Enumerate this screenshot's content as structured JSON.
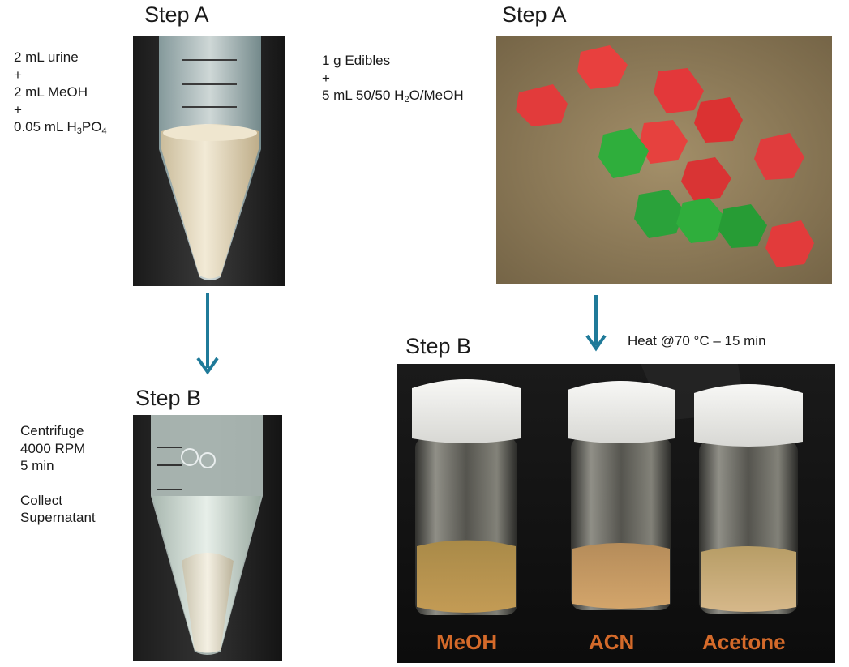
{
  "urine_panel": {
    "step_a_title": "Step A",
    "step_a_lines": [
      "2 mL urine",
      "+",
      "2 mL MeOH",
      "+"
    ],
    "phosphoric_prefix": "0.05 mL H",
    "phosphoric_sub1": "3",
    "phosphoric_mid": "PO",
    "phosphoric_sub2": "4",
    "step_b_title": "Step B",
    "step_b_lines": [
      "Centrifuge",
      "4000 RPM",
      "5 min"
    ],
    "collect_lines": [
      "Collect",
      "Supernatant"
    ]
  },
  "edibles_panel": {
    "step_a_title": "Step A",
    "line1": "1 g Edibles",
    "line2": "+",
    "solvent_prefix": "5 mL 50/50 H",
    "solvent_sub": "2",
    "solvent_suffix": "O/MeOH",
    "step_b_title": "Step B",
    "heat_note": "Heat @70 °C – 15 min",
    "vial_labels": [
      "MeOH",
      "ACN",
      "Acetone"
    ]
  },
  "colors": {
    "arrow": "#1f7a99",
    "vial_label": "#d46a2a",
    "gummy_red": "#e23b3b",
    "gummy_green": "#2fae3c",
    "photo_bg_brown": "#8c7a5a"
  }
}
